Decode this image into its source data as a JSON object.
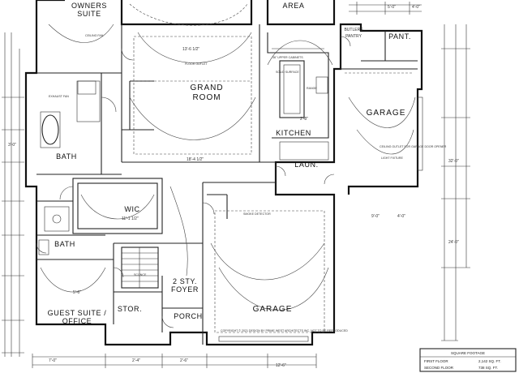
{
  "rooms": {
    "owners_suite": [
      "OWNERS",
      "SUITE"
    ],
    "area": "AREA",
    "grand_room": [
      "GRAND",
      "ROOM"
    ],
    "butlers_pantry": [
      "BUTLERS",
      "PANTRY"
    ],
    "pantry": "PANT.",
    "garage_right": "GARAGE",
    "kitchen": "KITCHEN",
    "bath_upper": "BATH",
    "laundry": "LAUN.",
    "wic": "WIC",
    "bath_lower": "BATH",
    "foyer": [
      "2 STY.",
      "FOYER"
    ],
    "porch": "PORCH",
    "garage_main": "GARAGE",
    "storage": "STOR.",
    "guest_suite": [
      "GUEST SUITE /",
      "OFFICE"
    ]
  },
  "dimensions": [
    "5'-0\"",
    "4'-0\"",
    "13'-6 1/2\"",
    "18'-4 1/2\"",
    "2'-8\"",
    "3'-0\"",
    "11'-1 1/2\"",
    "9'-0\"",
    "4'-0\"",
    "12'-6\"",
    "24'-0\"",
    "32'-0\"",
    "5'-6\"",
    "7'-0\"",
    "2'-4\"",
    "2'-6\""
  ],
  "square_footage": {
    "title": "SQUARE FOOTAGE",
    "rows": [
      {
        "label": "FIRST FLOOR",
        "value": "2,142 SQ. FT."
      },
      {
        "label": "SECOND FLOOR",
        "value": "738 SQ. FT."
      }
    ]
  },
  "copyright": "COPYRIGHT © 2021 DESIGN BY PRIME WEST ARCHITECTS INC. NOT TO BE REPRODUCED",
  "notes": [
    "CEILING FAN",
    "SOLID SURFACE",
    "36\" UPPER CABINETS",
    "CEILING OUTLET FOR GARAGE DOOR OPENER",
    "LIGHT FIXTURE",
    "SMOKE DETECTOR",
    "FLOOR OUTLET",
    "SCONCE",
    "EXHAUST FAN",
    "RANGE"
  ]
}
